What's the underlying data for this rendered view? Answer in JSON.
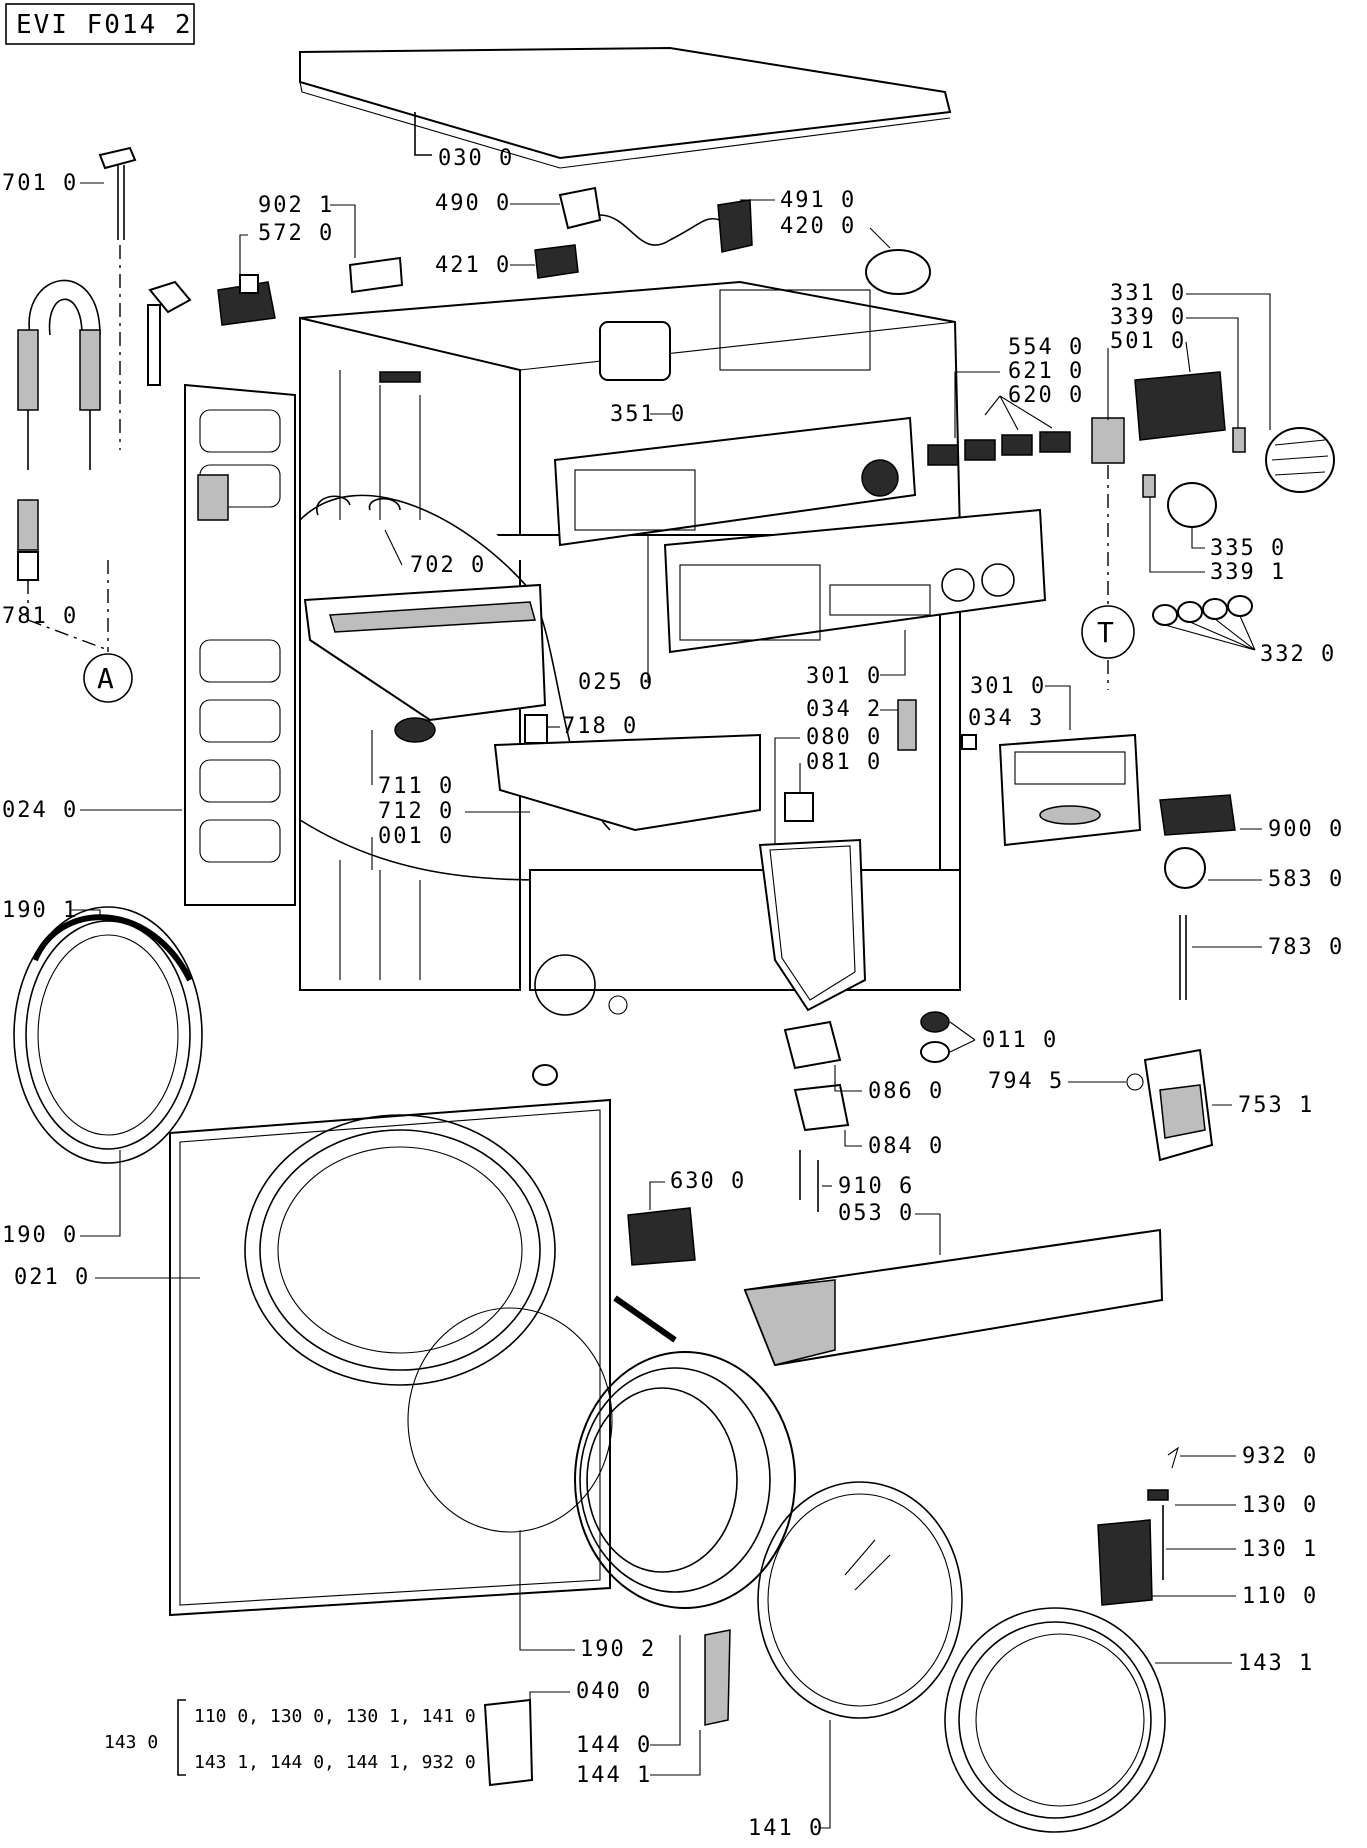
{
  "title": "EVI F014 2",
  "group_note": {
    "ref": "143 0",
    "line1": "110 0, 130 0, 130 1, 141 0",
    "line2": "143 1, 144 0, 144 1, 932 0"
  },
  "markers": {
    "a": "A",
    "t": "T"
  },
  "labels": {
    "p030_0": "030 0",
    "p701_0": "701 0",
    "p902_1": "902 1",
    "p572_0": "572 0",
    "p490_0": "490 0",
    "p491_0": "491 0",
    "p420_0": "420 0",
    "p421_0": "421 0",
    "p331_0": "331 0",
    "p339_0": "339 0",
    "p501_0": "501 0",
    "p554_0": "554 0",
    "p621_0": "621 0",
    "p620_0": "620 0",
    "p351_0": "351 0",
    "p702_0": "702 0",
    "p781_0": "781 0",
    "p335_0": "335 0",
    "p339_1": "339 1",
    "p332_0": "332 0",
    "p025_0": "025 0",
    "p301_0a": "301 0",
    "p301_0b": "301 0",
    "p034_2": "034 2",
    "p034_3": "034 3",
    "p718_0": "718 0",
    "p080_0": "080 0",
    "p081_0": "081 0",
    "p711_0": "711 0",
    "p712_0": "712 0",
    "p001_0": "001 0",
    "p024_0": "024 0",
    "p900_0": "900 0",
    "p583_0": "583 0",
    "p783_0": "783 0",
    "p190_1": "190 1",
    "p011_0": "011 0",
    "p086_0": "086 0",
    "p794_5": "794 5",
    "p753_1": "753 1",
    "p084_0": "084 0",
    "p630_0": "630 0",
    "p910_6": "910 6",
    "p053_0": "053 0",
    "p190_0": "190 0",
    "p021_0": "021 0",
    "p932_0": "932 0",
    "p130_0": "130 0",
    "p130_1": "130 1",
    "p110_0": "110 0",
    "p190_2": "190 2",
    "p143_1": "143 1",
    "p040_0": "040 0",
    "p144_0": "144 0",
    "p144_1": "144 1",
    "p141_0": "141 0"
  }
}
